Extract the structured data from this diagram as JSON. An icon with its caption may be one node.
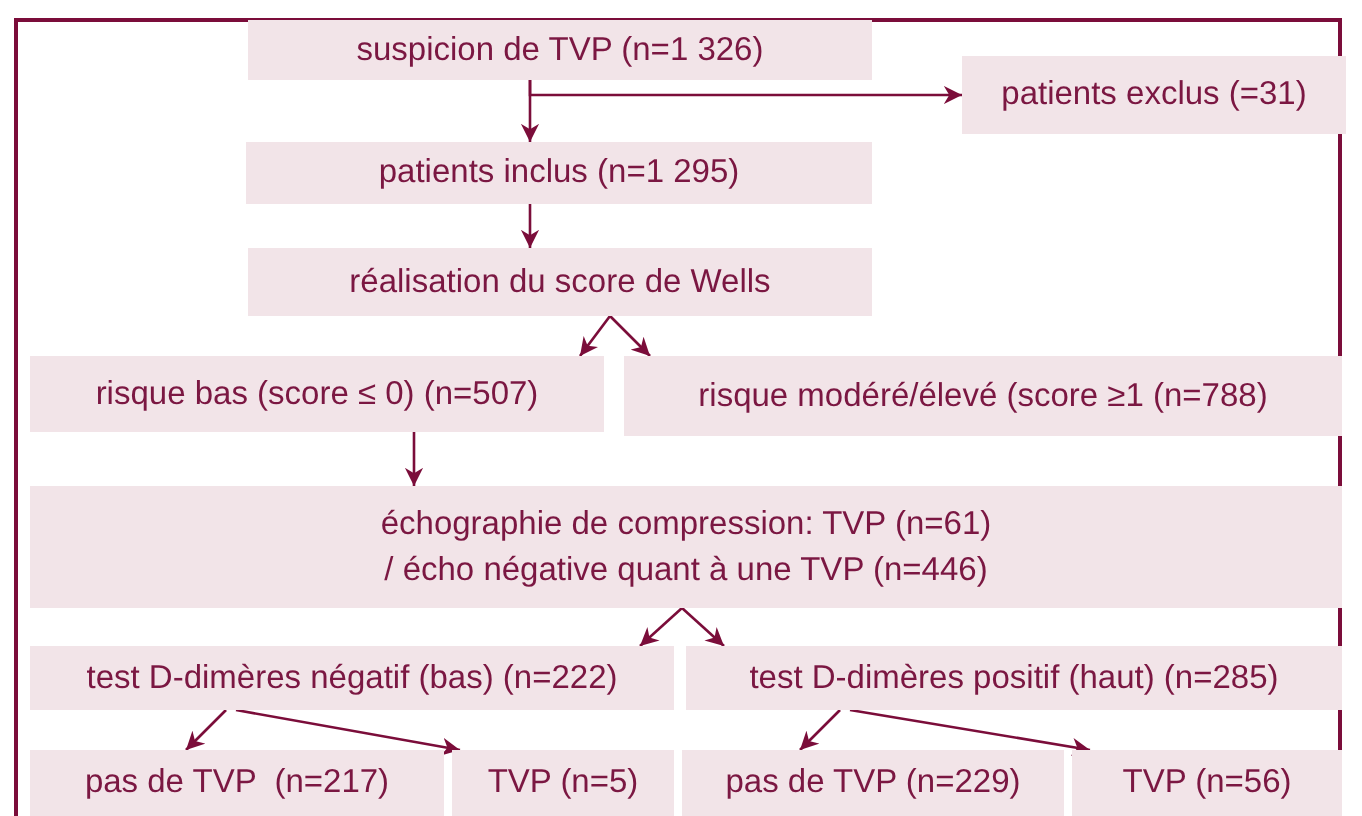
{
  "diagram": {
    "nodes": [
      {
        "text": [
          "suspicion de TVP (n=1 326)"
        ]
      },
      {
        "text": [
          "patients exclus (=31)"
        ]
      },
      {
        "text": [
          "patients inclus (n=1 295)"
        ]
      },
      {
        "text": [
          "réalisation du score de Wells"
        ]
      },
      {
        "text": [
          "risque bas (score ≤ 0) (n=507)"
        ]
      },
      {
        "text": [
          "risque modéré/élevé (score ≥1 (n=788)"
        ]
      },
      {
        "text": [
          "échographie de compression: TVP (n=61) / écho négative quant à une TVP (n=446)"
        ]
      },
      {
        "text": [
          "test D-dimères négatif (bas) (n=222)"
        ]
      },
      {
        "text": [
          "test D-dimères positif (haut) (n=285)"
        ]
      },
      {
        "text": [
          "pas de TVP  (n=217)"
        ]
      },
      {
        "text": [
          "TVP (n=5)"
        ]
      },
      {
        "text": [
          "pas de TVP (n=229)"
        ]
      },
      {
        "text": [
          "TVP (n=56)"
        ]
      }
    ],
    "edges": [
      {
        "from": 0,
        "to": 1,
        "arrow": "to"
      },
      {
        "from": 0,
        "to": 2,
        "arrow": "to"
      },
      {
        "from": 2,
        "to": 3,
        "arrow": "to"
      },
      {
        "from": 3,
        "to": 4,
        "arrow": "to"
      },
      {
        "from": 3,
        "to": 5,
        "arrow": "to"
      },
      {
        "from": 4,
        "to": 6,
        "arrow": "to"
      },
      {
        "from": 6,
        "to": 7,
        "arrow": "to"
      },
      {
        "from": 6,
        "to": 8,
        "arrow": "to"
      },
      {
        "from": 7,
        "to": 9,
        "arrow": "to"
      },
      {
        "from": 7,
        "to": 10,
        "arrow": "to"
      },
      {
        "from": 8,
        "to": 11,
        "arrow": "to"
      },
      {
        "from": 8,
        "to": 12,
        "arrow": "to"
      }
    ]
  }
}
